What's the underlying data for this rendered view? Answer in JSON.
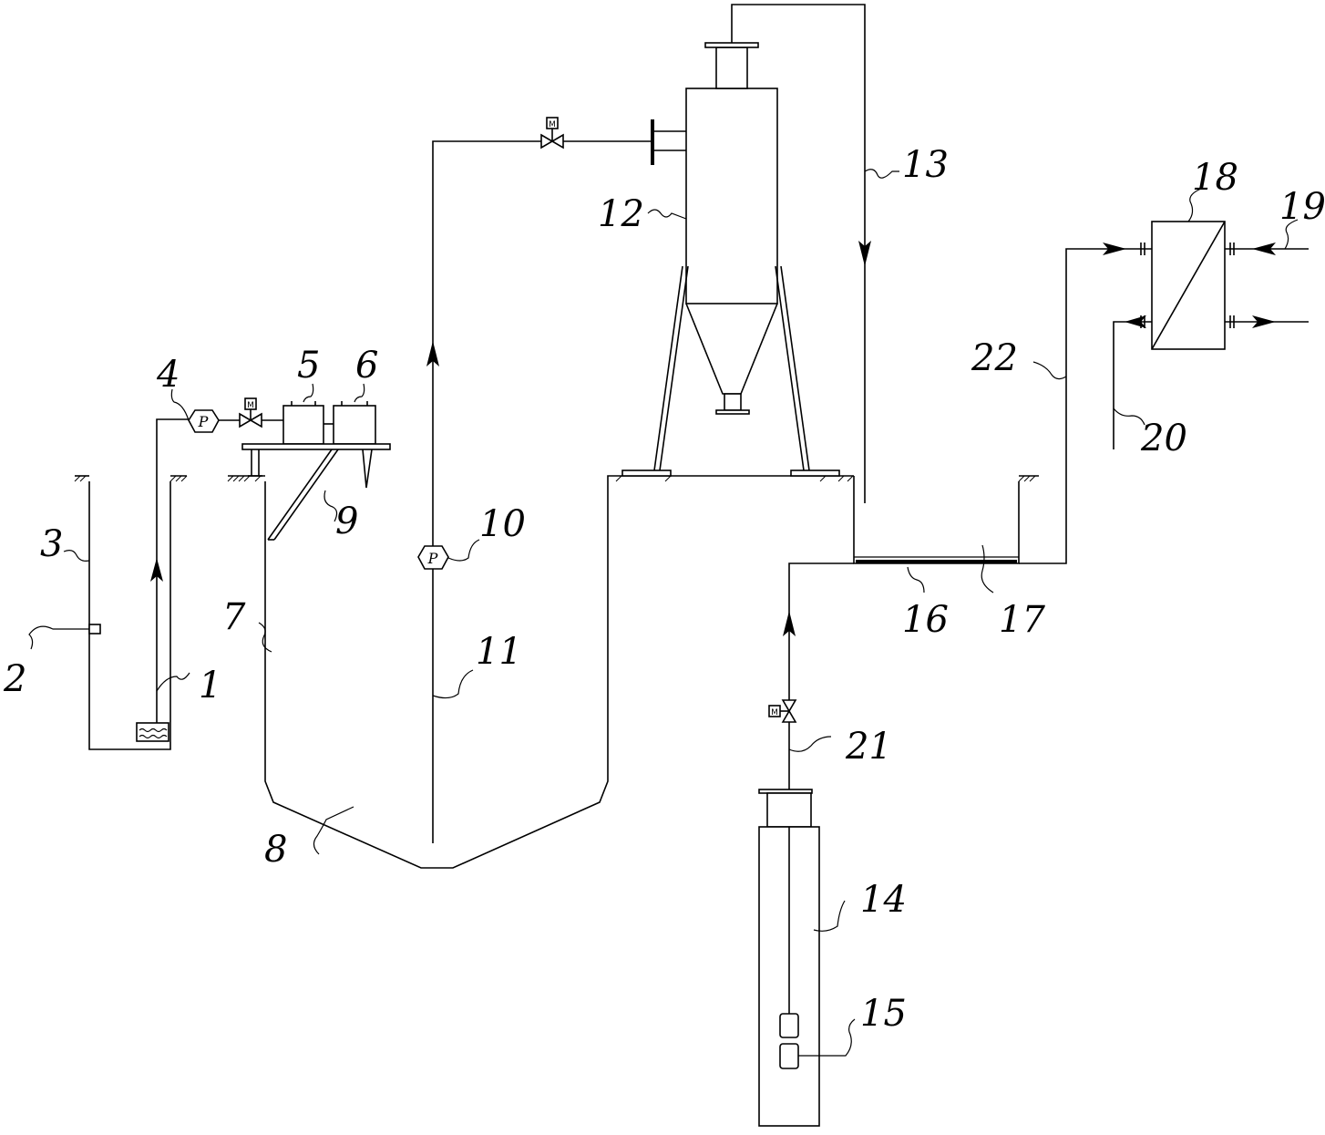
{
  "labels": {
    "l1": "1",
    "l2": "2",
    "l3": "3",
    "l4": "4",
    "l5": "5",
    "l6": "6",
    "l7": "7",
    "l8": "8",
    "l9": "9",
    "l10": "10",
    "l11": "11",
    "l12": "12",
    "l13": "13",
    "l14": "14",
    "l15": "15",
    "l16": "16",
    "l17": "17",
    "l18": "18",
    "l19": "19",
    "l20": "20",
    "l21": "21",
    "l22": "22"
  },
  "symbols": {
    "pump": "P",
    "valve_motor": "M"
  }
}
